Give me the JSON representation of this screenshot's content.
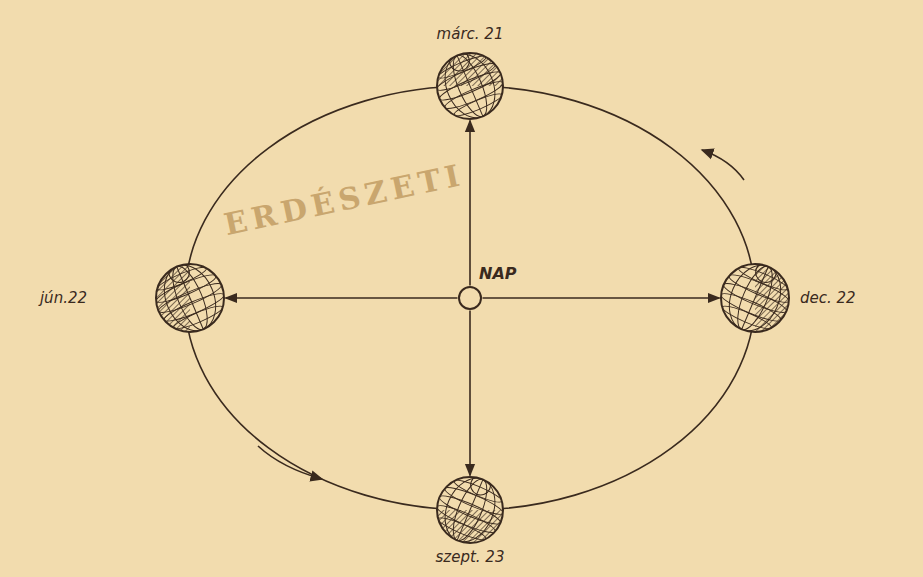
{
  "diagram": {
    "nodes": [
      {
        "text": [
          "márc. 21"
        ]
      },
      {
        "text": [
          "jún.22"
        ]
      },
      {
        "text": [
          "NAP"
        ]
      },
      {
        "text": [
          "dec. 22"
        ]
      },
      {
        "text": [
          "szept. 23"
        ]
      }
    ],
    "edges": [
      {
        "from": 2,
        "to": 0,
        "arrow": "to"
      },
      {
        "from": 2,
        "to": 1,
        "arrow": "to"
      },
      {
        "from": 2,
        "to": 3,
        "arrow": "to"
      },
      {
        "from": 2,
        "to": 4,
        "arrow": "to"
      }
    ],
    "labels": [
      "ERDÉSZETI"
    ]
  }
}
